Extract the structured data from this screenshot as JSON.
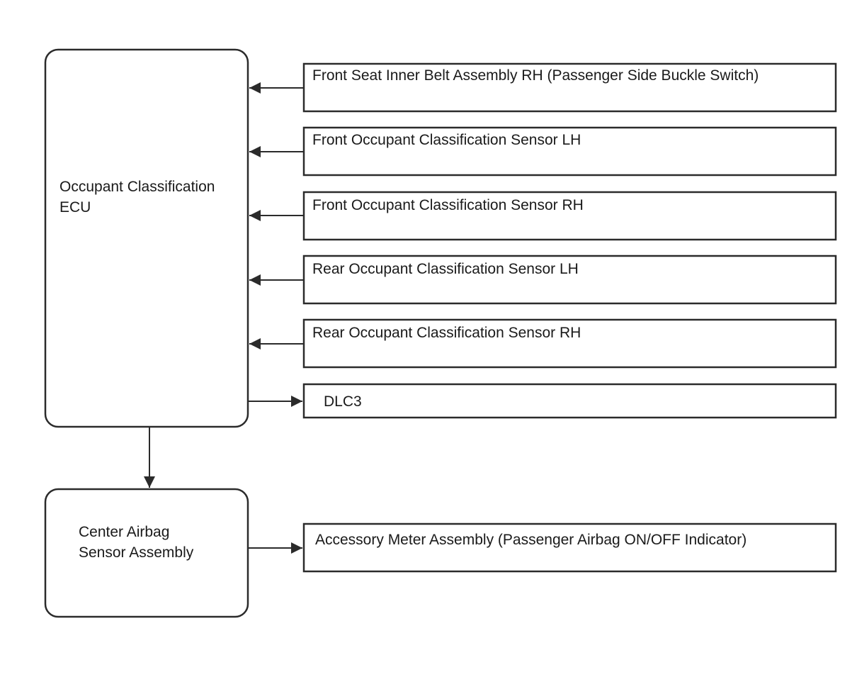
{
  "ecu": {
    "line1": "Occupant Classification",
    "line2": "ECU"
  },
  "center_airbag": {
    "line1": "Center Airbag",
    "line2": "Sensor Assembly"
  },
  "inputs": [
    {
      "label": "Front Seat Inner Belt Assembly RH (Passenger Side Buckle Switch)"
    },
    {
      "label": "Front Occupant Classification Sensor LH"
    },
    {
      "label": "Front Occupant Classification Sensor RH"
    },
    {
      "label": "Rear Occupant Classification Sensor LH"
    },
    {
      "label": "Rear Occupant Classification Sensor RH"
    }
  ],
  "dlc3": {
    "label": "DLC3"
  },
  "accessory_meter": {
    "label": "Accessory Meter Assembly (Passenger Airbag ON/OFF Indicator)"
  },
  "colors": {
    "stroke": "#2b2b2b",
    "background": "#ffffff"
  }
}
